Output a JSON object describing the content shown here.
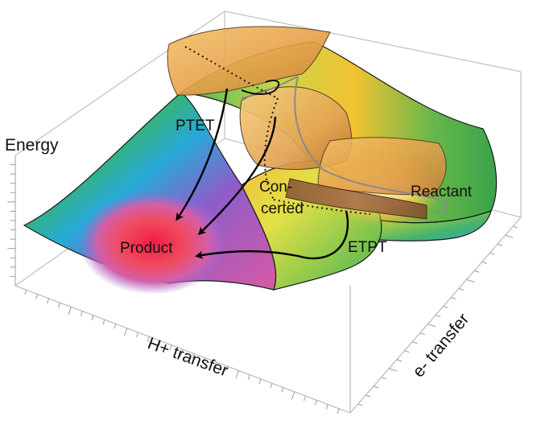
{
  "axes": {
    "vertical": "Energy",
    "horizontal_front": "H+ transfer",
    "horizontal_side": "e- transfer"
  },
  "labels": {
    "reactant": "Reactant",
    "product": "Product",
    "ptet": "PTET",
    "etpt": "ETPT",
    "concerted_line1": "Con-",
    "concerted_line2": "certed"
  },
  "colors": {
    "product_basin": "#f02a46",
    "surface_edge": "#1a1a1a",
    "path_arrow": "#000000",
    "reactant_path": "#8a8a8a",
    "box_edge": "#b8b8b8"
  }
}
